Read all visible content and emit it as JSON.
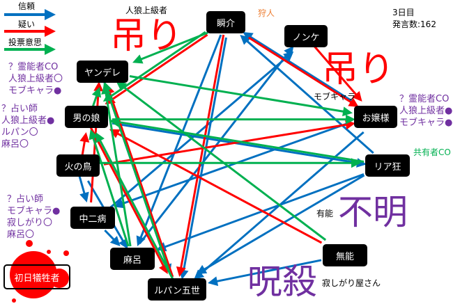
{
  "legend": [
    {
      "label": "信頼",
      "color": "#0070c0"
    },
    {
      "label": "疑い",
      "color": "#ff0000"
    },
    {
      "label": "投票意思",
      "color": "#00b050"
    }
  ],
  "status": {
    "day": "3日目",
    "speech_count": "発言数:162"
  },
  "nodes": {
    "shunsuke": "瞬介",
    "nonke": "ノンケ",
    "yandere": "ヤンデレ",
    "otokonoko": "男の娘",
    "ojousama": "お嬢様",
    "hinotori": "火の鳥",
    "riakyou": "リア狂",
    "chuunibyou": "中二病",
    "maro": "麻呂",
    "munou": "無能",
    "lupin": "ルパン五世",
    "victim": "初日犠牲者"
  },
  "annotations": {
    "hunter": "狩人",
    "kyousha": "共有者CO",
    "yandere_claim": [
      "？霊能者CO",
      "人狼上級者〇",
      "モブキャラ●"
    ],
    "otokonoko_claim": [
      "？占い師",
      "人狼上級者●",
      "ルパン〇",
      "麻呂〇"
    ],
    "chuuni_claim": [
      "？占い師",
      "モブキャラ●",
      "寂しがり〇",
      "麻呂〇"
    ],
    "ojou_claim": [
      "？霊能者CO",
      "人狼上級者●",
      "モブキャラ●"
    ]
  },
  "fates": [
    {
      "label": "吊り",
      "role": "人狼上級者",
      "color": "#ff0000"
    },
    {
      "label": "吊り",
      "role": "モブキャラ",
      "color": "#ff0000"
    },
    {
      "label": "不明",
      "role": "有能",
      "color": "#7030a0"
    },
    {
      "label": "呪殺",
      "role": "寂しがり屋さん",
      "color": "#7030a0"
    }
  ],
  "colors": {
    "trust": "#0070c0",
    "doubt": "#ff0000",
    "vote": "#00b050",
    "claim": "#7030a0",
    "hunter": "#ed7d31"
  },
  "edges": [
    [
      "ojousama",
      "shunsuke",
      "trust"
    ],
    [
      "riakyou",
      "shunsuke",
      "trust"
    ],
    [
      "chuunibyou",
      "nonke",
      "trust"
    ],
    [
      "maro",
      "nonke",
      "trust"
    ],
    [
      "shunsuke",
      "maro",
      "trust"
    ],
    [
      "shunsuke",
      "lupin",
      "trust"
    ],
    [
      "riakyou",
      "lupin",
      "trust"
    ],
    [
      "riakyou",
      "maro",
      "trust"
    ],
    [
      "ojousama",
      "lupin",
      "trust"
    ],
    [
      "hinotori",
      "chuunibyou",
      "trust"
    ],
    [
      "chuunibyou",
      "maro",
      "trust"
    ],
    [
      "otokonoko",
      "riakyou",
      "trust"
    ],
    [
      "ojousama",
      "chuunibyou",
      "trust"
    ],
    [
      "munou",
      "lupin",
      "trust"
    ],
    [
      "hinotori",
      "maro",
      "trust"
    ],
    [
      "yandere",
      "lupin",
      "trust"
    ],
    [
      "shunsuke",
      "otokonoko",
      "doubt"
    ],
    [
      "shunsuke",
      "ojousama",
      "doubt"
    ],
    [
      "nonke",
      "ojousama",
      "doubt"
    ],
    [
      "shunsuke",
      "lupin",
      "doubt"
    ],
    [
      "hinotori",
      "ojousama",
      "doubt"
    ],
    [
      "chuunibyou",
      "yandere",
      "doubt"
    ],
    [
      "munou",
      "otokonoko",
      "doubt"
    ],
    [
      "hinotori",
      "otokonoko",
      "doubt"
    ],
    [
      "otokonoko",
      "lupin",
      "doubt"
    ],
    [
      "lupin",
      "yandere",
      "doubt"
    ],
    [
      "shunsuke",
      "yandere",
      "vote"
    ],
    [
      "shunsuke",
      "otokonoko",
      "vote"
    ],
    [
      "yandere",
      "ojousama",
      "vote"
    ],
    [
      "otokonoko",
      "ojousama",
      "vote"
    ],
    [
      "munou",
      "yandere",
      "vote"
    ],
    [
      "riakyou",
      "otokonoko",
      "vote"
    ],
    [
      "otokonoko",
      "yandere",
      "vote"
    ],
    [
      "lupin",
      "yandere",
      "vote"
    ],
    [
      "maro",
      "otokonoko",
      "vote"
    ],
    [
      "lupin",
      "otokonoko",
      "vote"
    ],
    [
      "hinotori",
      "riakyou",
      "vote"
    ],
    [
      "maro",
      "yandere",
      "vote"
    ]
  ]
}
